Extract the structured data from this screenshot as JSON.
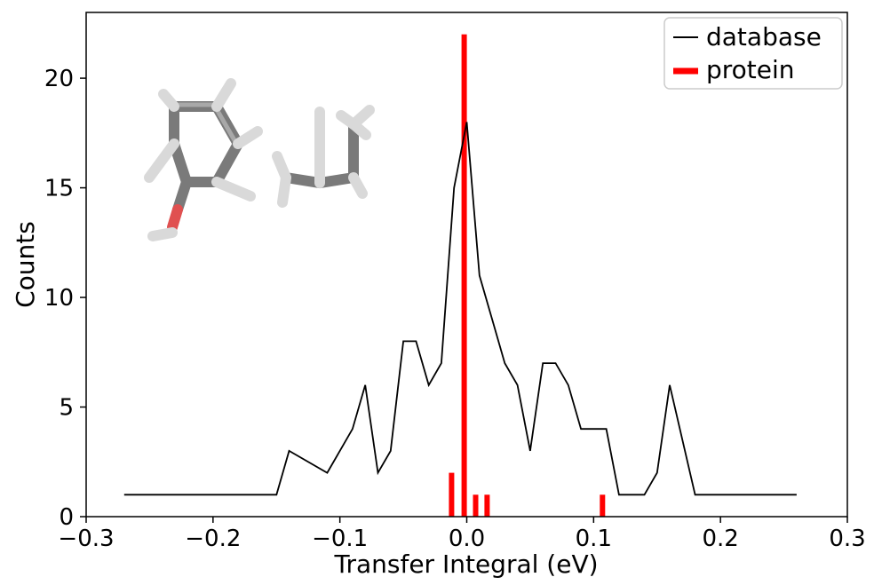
{
  "chart_data": {
    "type": "line",
    "xlabel": "Transfer Integral (eV)",
    "ylabel": "Counts",
    "xlim": [
      -0.3,
      0.3
    ],
    "ylim": [
      0,
      23
    ],
    "x_ticks": [
      -0.3,
      -0.2,
      -0.1,
      0.0,
      0.1,
      0.2,
      0.3
    ],
    "x_tick_labels": [
      "−0.3",
      "−0.2",
      "−0.1",
      "0.0",
      "0.1",
      "0.2",
      "0.3"
    ],
    "y_ticks": [
      0,
      5,
      10,
      15,
      20
    ],
    "y_tick_labels": [
      "0",
      "5",
      "10",
      "15",
      "20"
    ],
    "grid": false,
    "legend_position": "top-right",
    "series": [
      {
        "name": "database",
        "type": "line",
        "color": "#000000",
        "x": [
          -0.27,
          -0.15,
          -0.14,
          -0.11,
          -0.09,
          -0.08,
          -0.07,
          -0.06,
          -0.05,
          -0.04,
          -0.03,
          -0.02,
          -0.01,
          0.0,
          0.01,
          0.02,
          0.03,
          0.04,
          0.05,
          0.06,
          0.07,
          0.08,
          0.09,
          0.1,
          0.11,
          0.12,
          0.14,
          0.15,
          0.16,
          0.18,
          0.26
        ],
        "y": [
          1,
          1,
          3,
          2,
          4,
          6,
          2,
          3,
          8,
          8,
          6,
          7,
          15,
          18,
          11,
          9,
          7,
          6,
          3,
          7,
          7,
          6,
          4,
          4,
          4,
          1,
          1,
          2,
          6,
          1,
          1
        ]
      },
      {
        "name": "protein",
        "type": "bar",
        "color": "#ff0000",
        "x": [
          -0.012,
          -0.002,
          0.007,
          0.016,
          0.107
        ],
        "y": [
          2,
          22,
          1,
          1,
          1
        ]
      }
    ]
  }
}
